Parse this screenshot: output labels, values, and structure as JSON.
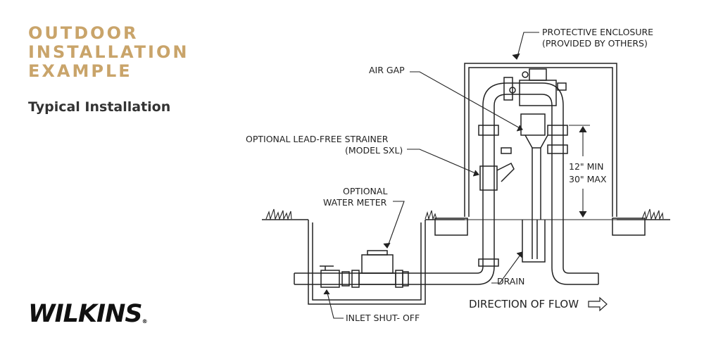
{
  "heading": {
    "line1": "OUTDOOR",
    "line2": "INSTALLATION",
    "line3": "EXAMPLE"
  },
  "subheading": "Typical Installation",
  "brand": {
    "name": "WILKINS",
    "mark": "®"
  },
  "labels": {
    "protective_enclosure_1": "PROTECTIVE ENCLOSURE",
    "protective_enclosure_2": "(PROVIDED BY OTHERS)",
    "air_gap": "AIR GAP",
    "strainer_1": "OPTIONAL LEAD-FREE STRAINER",
    "strainer_2": "(MODEL SXL)",
    "height_min": "12\"  MIN",
    "height_max": "30\"  MAX",
    "meter_1": "OPTIONAL",
    "meter_2": "WATER METER",
    "drain": "DRAIN",
    "direction": "DIRECTION OF FLOW",
    "inlet_shutoff": "INLET  SHUT- OFF"
  },
  "colors": {
    "accent": "#c9a46a",
    "ink": "#222222",
    "text": "#333333"
  }
}
